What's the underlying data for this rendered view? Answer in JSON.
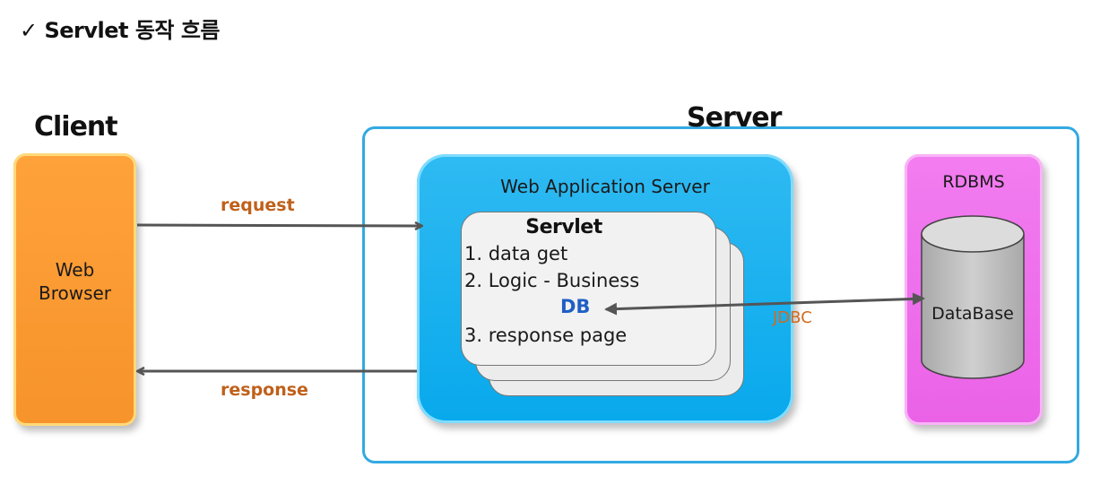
{
  "heading": "✓ Servlet 동작 흐름",
  "client": {
    "title": "Client",
    "box_label_line1": "Web",
    "box_label_line2": "Browser",
    "box_color": "#f7932b"
  },
  "server": {
    "title": "Server",
    "border_color": "#33a9e2",
    "was": {
      "label": "Web Application Server",
      "color": "#08a9ec"
    },
    "servlet": {
      "title": "Servlet",
      "step1": "1. data get",
      "step2": "2. Logic - Business",
      "db": "DB",
      "step3": "3. response page"
    },
    "rdbms": {
      "label": "RDBMS",
      "database": "DataBase",
      "color": "#ea62e7"
    }
  },
  "flows": {
    "request": "request",
    "response": "response",
    "jdbc": "JDBC"
  }
}
